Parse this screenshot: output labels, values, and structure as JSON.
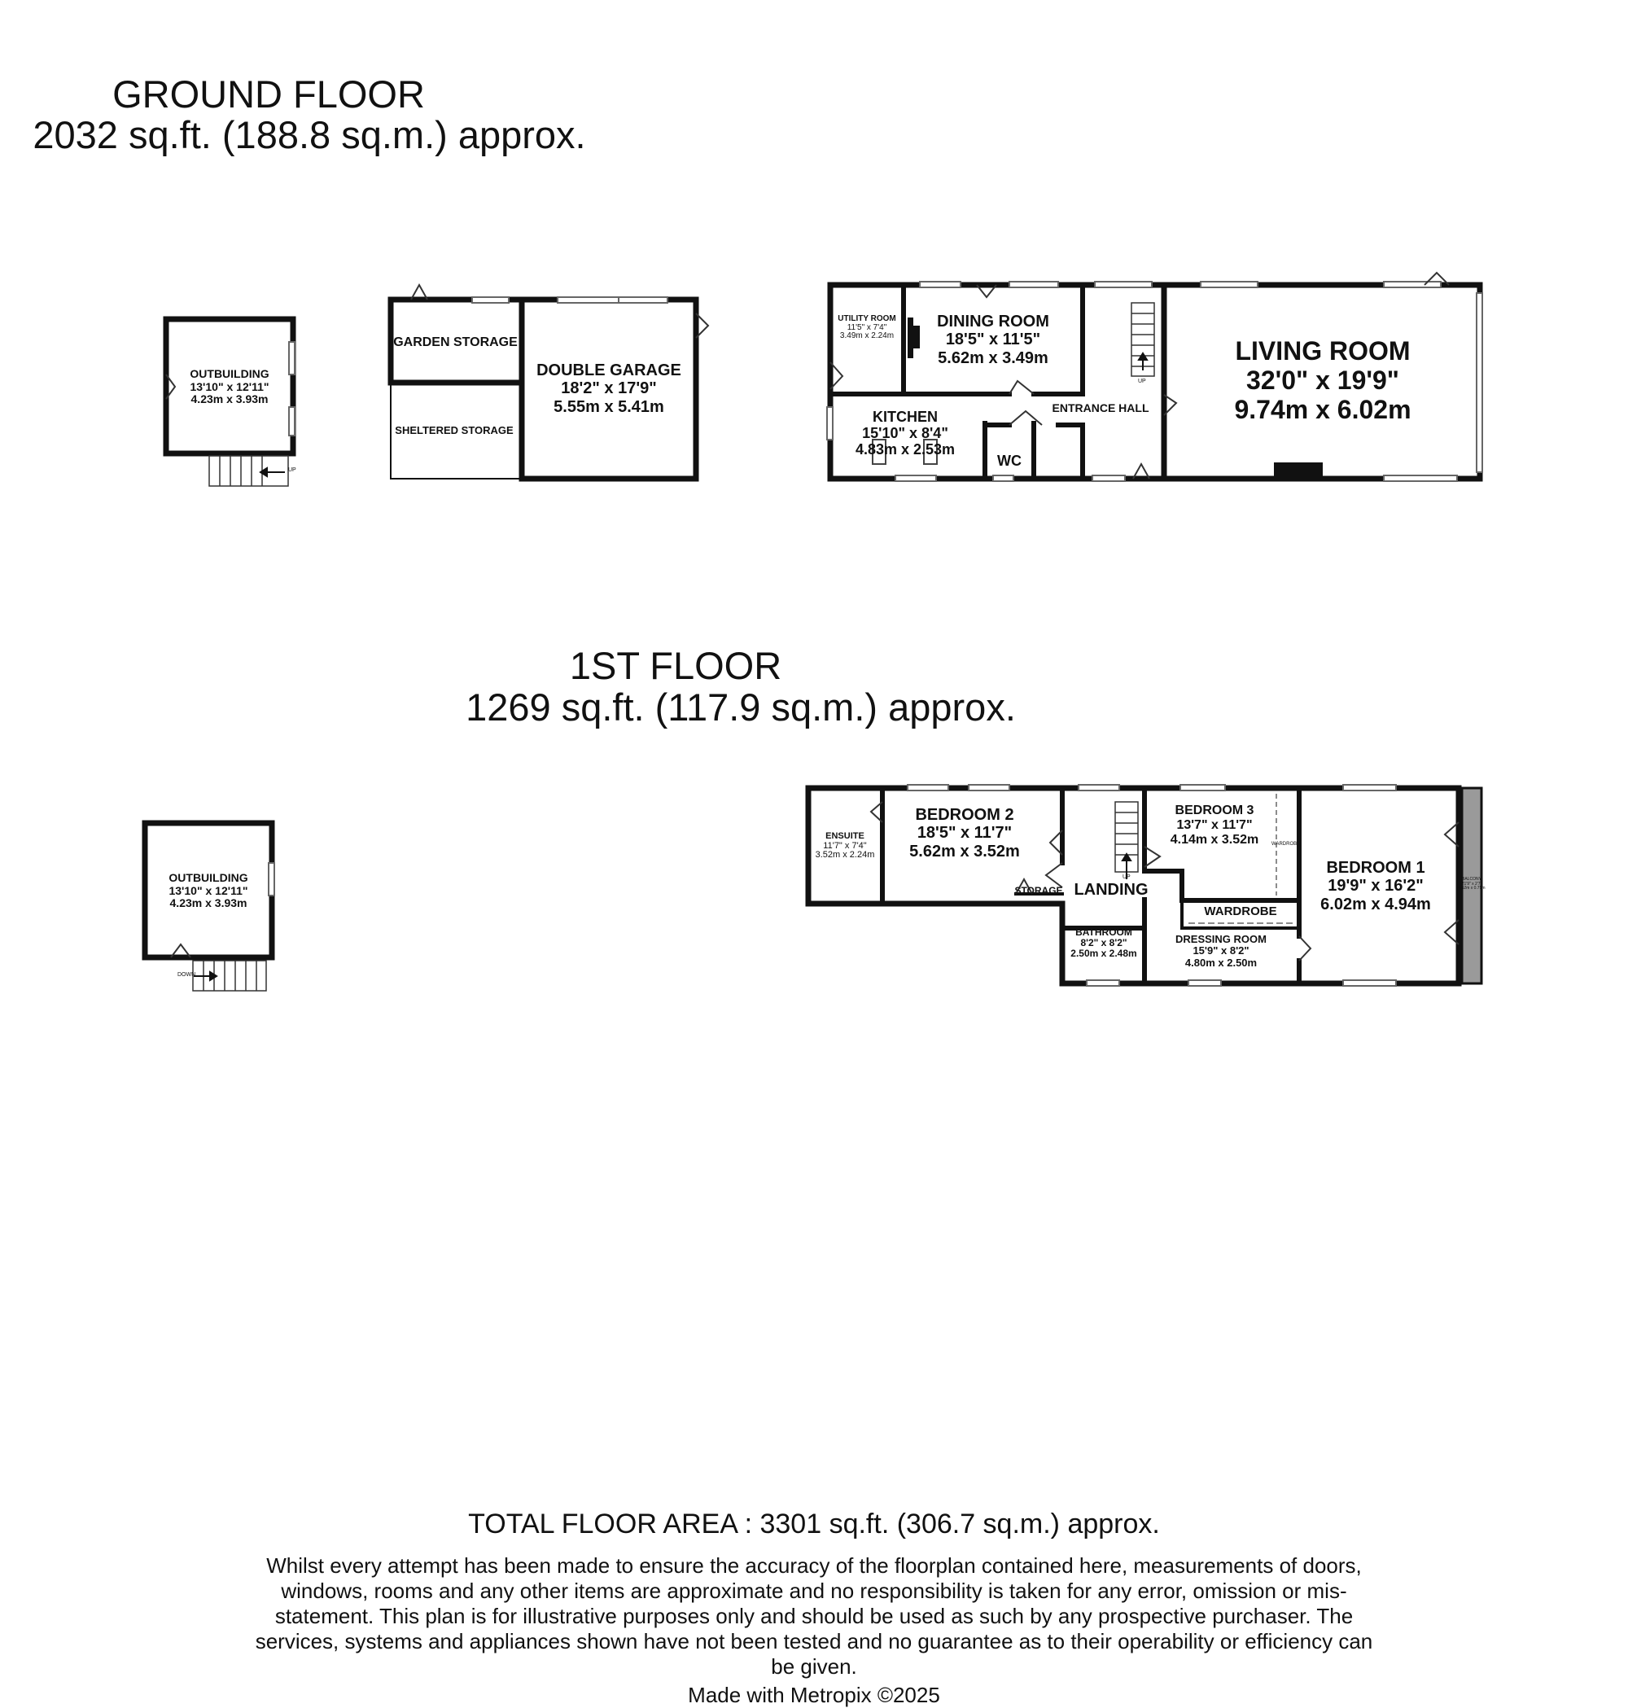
{
  "ground_floor": {
    "title": "GROUND FLOOR",
    "area": "2032 sq.ft. (188.8 sq.m.) approx.",
    "rooms": {
      "outbuilding": {
        "name": "OUTBUILDING",
        "imperial": "13'10\"  x 12'11\"",
        "metric": "4.23m  x 3.93m",
        "stair": "UP"
      },
      "garden_storage": {
        "name": "GARDEN STORAGE"
      },
      "sheltered_storage": {
        "name": "SHELTERED STORAGE"
      },
      "double_garage": {
        "name": "DOUBLE GARAGE",
        "imperial": "18'2\"  x 17'9\"",
        "metric": "5.55m  x 5.41m"
      },
      "utility_room": {
        "name": "UTILITY ROOM",
        "imperial": "11'5\"  x 7'4\"",
        "metric": "3.49m  x 2.24m"
      },
      "dining_room": {
        "name": "DINING ROOM",
        "imperial": "18'5\"  x 11'5\"",
        "metric": "5.62m  x 3.49m"
      },
      "kitchen": {
        "name": "KITCHEN",
        "imperial": "15'10\"  x 8'4\"",
        "metric": "4.83m  x 2.53m"
      },
      "wc": {
        "name": "WC"
      },
      "entrance_hall": {
        "name": "ENTRANCE HALL",
        "stair": "UP"
      },
      "living_room": {
        "name": "LIVING ROOM",
        "imperial": "32'0\"  x 19'9\"",
        "metric": "9.74m  x 6.02m"
      }
    }
  },
  "first_floor": {
    "title": "1ST FLOOR",
    "area": "1269 sq.ft. (117.9 sq.m.) approx.",
    "rooms": {
      "outbuilding": {
        "name": "OUTBUILDING",
        "imperial": "13'10\"  x 12'11\"",
        "metric": "4.23m  x 3.93m",
        "stair": "DOWN"
      },
      "ensuite": {
        "name": "ENSUITE",
        "imperial": "11'7\"  x 7'4\"",
        "metric": "3.52m  x 2.24m"
      },
      "bedroom_2": {
        "name": "BEDROOM 2",
        "imperial": "18'5\"  x 11'7\"",
        "metric": "5.62m  x 3.52m"
      },
      "storage": {
        "name": "STORAGE"
      },
      "landing": {
        "name": "LANDING",
        "stair": "UP"
      },
      "bedroom_3": {
        "name": "BEDROOM 3",
        "imperial": "13'7\"  x 11'7\"",
        "metric": "4.14m  x 3.52m"
      },
      "wardrobe_small": {
        "name": "WARDROBE"
      },
      "wardrobe": {
        "name": "WARDROBE"
      },
      "bathroom": {
        "name": "BATHROOM",
        "imperial": "8'2\"  x 8'2\"",
        "metric": "2.50m  x 2.48m"
      },
      "dressing_room": {
        "name": "DRESSING ROOM",
        "imperial": "15'9\"  x 8'2\"",
        "metric": "4.80m  x 2.50m"
      },
      "bedroom_1": {
        "name": "BEDROOM 1",
        "imperial": "19'9\"  x 16'2\"",
        "metric": "6.02m  x 4.94m"
      },
      "balcony": {
        "name": "BALCONY",
        "imperial": "21'9\"  x 2'7\"",
        "metric": "6.62m  x 0.79m"
      }
    }
  },
  "footer": {
    "total": "TOTAL FLOOR AREA : 3301 sq.ft. (306.7 sq.m.) approx.",
    "disclaimer": "Whilst every attempt has been made to ensure the accuracy of the floorplan contained here, measurements of doors, windows, rooms and any other items are approximate and no responsibility is taken for any error, omission or mis-statement. This plan is for illustrative purposes only and should be used as such by any prospective purchaser. The services, systems and appliances shown have not been tested and no guarantee as to their operability or efficiency can be given.",
    "credit": "Made with Metropix ©2025"
  }
}
